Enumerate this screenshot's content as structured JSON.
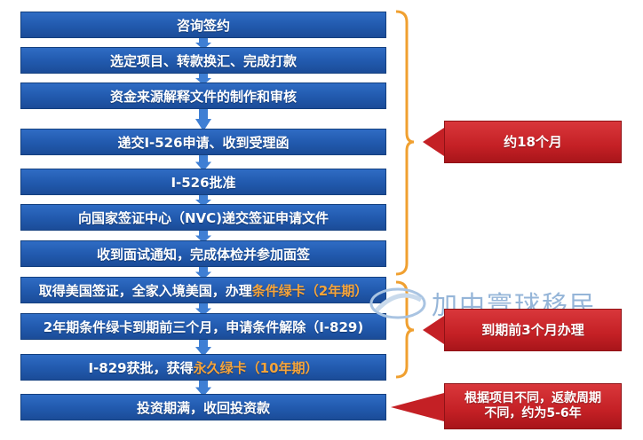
{
  "steps": [
    {
      "text": "咨询签约"
    },
    {
      "text": "选定项目、转款换汇、完成打款"
    },
    {
      "text": "资金来源解释文件的制作和审核"
    },
    {
      "text": "递交I-526申请、收到受理函"
    },
    {
      "text": "I-526批准"
    },
    {
      "text": "向国家签证中心（NVC)递交签证申请文件"
    },
    {
      "text": "收到面试通知，完成体检并参加面签"
    },
    {
      "text": "取得美国签证，全家入境美国，办理",
      "highlight": "条件绿卡（2年期）"
    },
    {
      "text": "2年期条件绿卡到期前三个月，申请条件解除（I-829)"
    },
    {
      "text": "I-829获批，获得",
      "highlight": "永久绿卡（10年期）"
    },
    {
      "text": "投资期满，收回投资款"
    }
  ],
  "callouts": [
    {
      "text": "约18个月"
    },
    {
      "text": "到期前3个月办理"
    },
    {
      "line1": "根据项目不同，返款周期",
      "line2": "不同，约为5-6年"
    }
  ],
  "watermark": {
    "text": "加中寰球移民"
  },
  "colors": {
    "step_fill": "#2159ad",
    "highlight_text": "#f6a43a",
    "callout_fill": "#c42025",
    "bracket": "#f0a030",
    "connector_arrow": "#3f7fd4"
  }
}
